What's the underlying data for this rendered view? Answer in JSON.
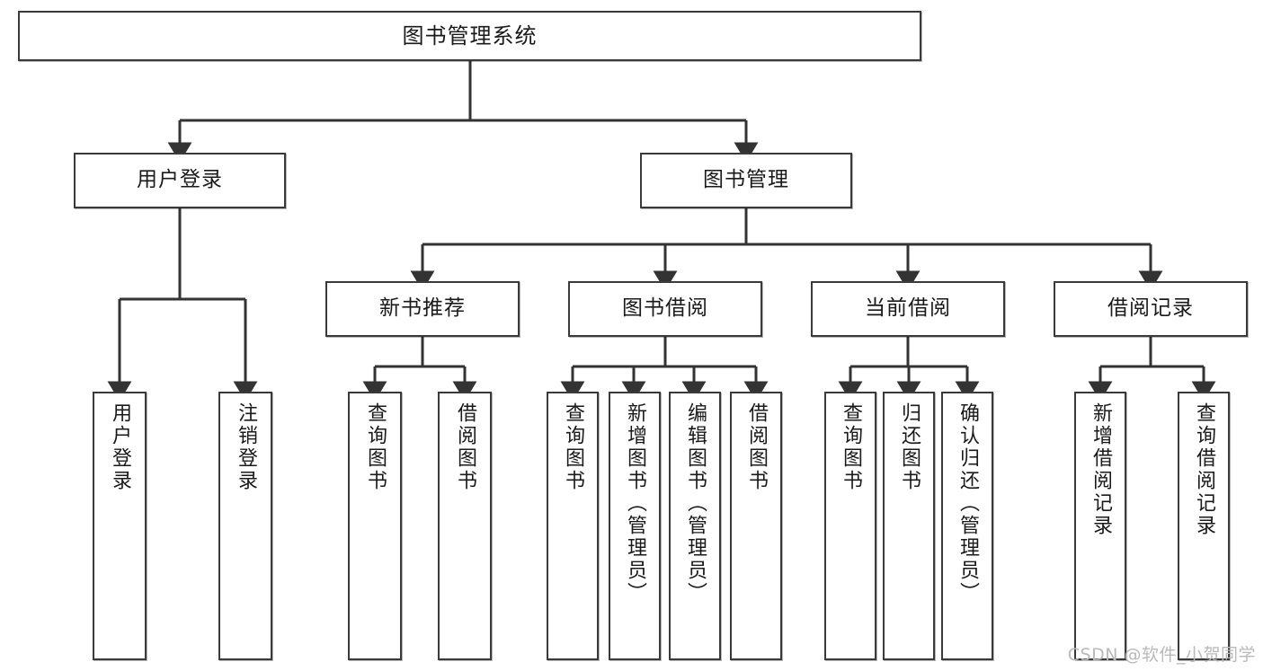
{
  "diagram": {
    "title": "图书管理系统",
    "type": "tree-hierarchy",
    "watermark": "CSDN @软件_小贺同学",
    "colors": {
      "box_border": "#3a3a3a",
      "box_fill": "#ffffff",
      "connector": "#333333",
      "text": "#1a1a1a",
      "watermark": "#b9b9b9"
    },
    "root": {
      "label": "图书管理系统"
    },
    "level2": [
      {
        "id": "user-login",
        "label": "用户登录"
      },
      {
        "id": "book-management",
        "label": "图书管理"
      }
    ],
    "level3": [
      {
        "id": "new-book-recommend",
        "label": "新书推荐",
        "parent": "book-management"
      },
      {
        "id": "book-borrow",
        "label": "图书借阅",
        "parent": "book-management"
      },
      {
        "id": "current-borrow",
        "label": "当前借阅",
        "parent": "book-management"
      },
      {
        "id": "borrow-record",
        "label": "借阅记录",
        "parent": "book-management"
      }
    ],
    "leaves": [
      {
        "id": "leaf-user-login",
        "label": "用户登录",
        "parent": "user-login"
      },
      {
        "id": "leaf-logout-login",
        "label": "注销登录",
        "parent": "user-login"
      },
      {
        "id": "leaf-query-book-1",
        "label": "查询图书",
        "parent": "new-book-recommend"
      },
      {
        "id": "leaf-borrow-book-1",
        "label": "借阅图书",
        "parent": "new-book-recommend"
      },
      {
        "id": "leaf-query-book-2",
        "label": "查询图书",
        "parent": "book-borrow"
      },
      {
        "id": "leaf-add-book",
        "label": "新增图书（管理员）",
        "parent": "book-borrow"
      },
      {
        "id": "leaf-edit-book",
        "label": "编辑图书（管理员）",
        "parent": "book-borrow"
      },
      {
        "id": "leaf-borrow-book-2",
        "label": "借阅图书",
        "parent": "book-borrow"
      },
      {
        "id": "leaf-query-book-3",
        "label": "查询图书",
        "parent": "current-borrow"
      },
      {
        "id": "leaf-return-book",
        "label": "归还图书",
        "parent": "current-borrow"
      },
      {
        "id": "leaf-confirm-return",
        "label": "确认归还（管理员）",
        "parent": "current-borrow"
      },
      {
        "id": "leaf-add-record",
        "label": "新增借阅记录",
        "parent": "borrow-record"
      },
      {
        "id": "leaf-query-record",
        "label": "查询借阅记录",
        "parent": "borrow-record"
      }
    ]
  }
}
